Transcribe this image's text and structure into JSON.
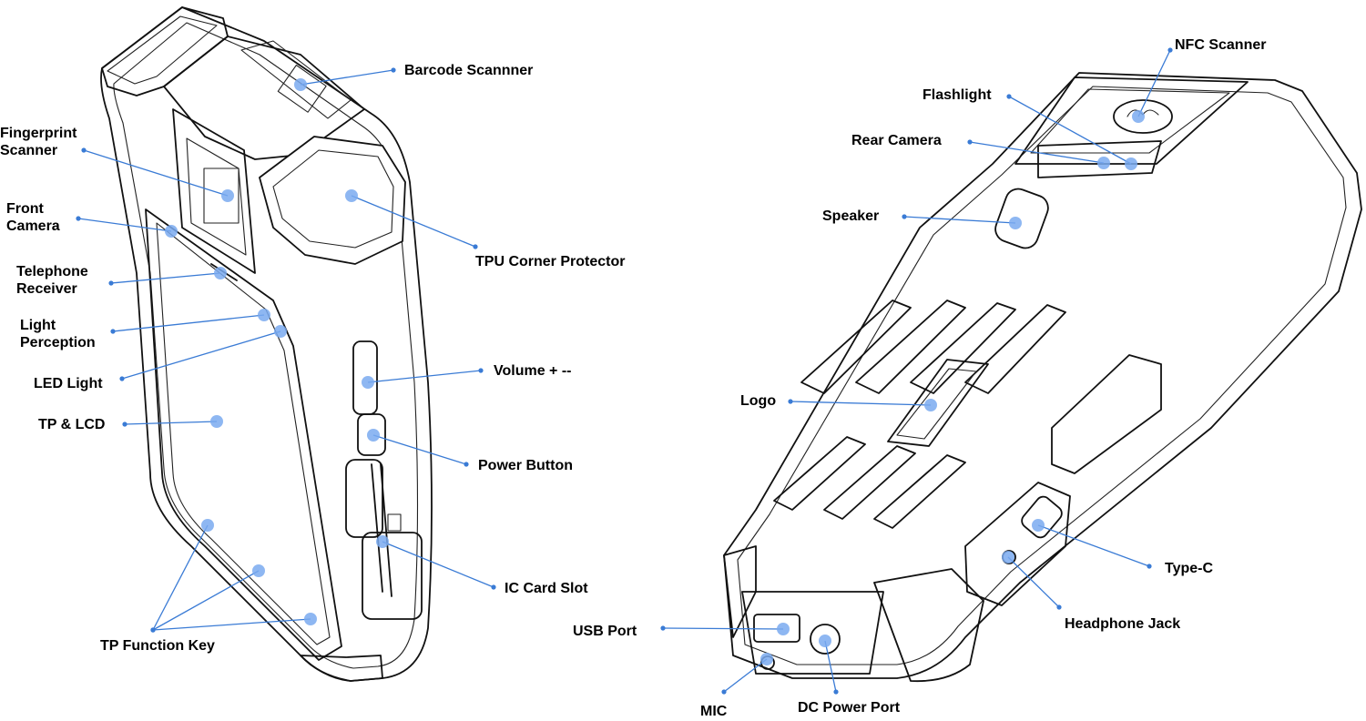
{
  "colors": {
    "accent": "#3a7bd5",
    "dot": "#7aaaf0",
    "outline": "#111111"
  },
  "views": {
    "front": {
      "labels": [
        {
          "id": "barcode",
          "text": "Barcode Scannner"
        },
        {
          "id": "fingerprint",
          "text": "Fingerprint\nScanner"
        },
        {
          "id": "front_camera",
          "text": "Front\nCamera"
        },
        {
          "id": "tpu",
          "text": "TPU Corner Protector"
        },
        {
          "id": "telephone",
          "text": "Telephone\nReceiver"
        },
        {
          "id": "light_perception",
          "text": "Light\nPerception"
        },
        {
          "id": "volume",
          "text": "Volume + --"
        },
        {
          "id": "led",
          "text": "LED Light"
        },
        {
          "id": "tp_lcd",
          "text": "TP & LCD"
        },
        {
          "id": "power",
          "text": "Power Button"
        },
        {
          "id": "ic_card",
          "text": "IC Card Slot"
        },
        {
          "id": "tp_function",
          "text": "TP Function Key"
        }
      ]
    },
    "back": {
      "labels": [
        {
          "id": "nfc",
          "text": "NFC Scanner"
        },
        {
          "id": "flashlight",
          "text": "Flashlight"
        },
        {
          "id": "rear_camera",
          "text": "Rear Camera"
        },
        {
          "id": "speaker",
          "text": "Speaker"
        },
        {
          "id": "logo",
          "text": "Logo"
        },
        {
          "id": "type_c",
          "text": "Type-C"
        },
        {
          "id": "headphone",
          "text": "Headphone Jack"
        },
        {
          "id": "usb",
          "text": "USB Port"
        },
        {
          "id": "mic",
          "text": "MIC"
        },
        {
          "id": "dc_power",
          "text": "DC Power Port"
        }
      ]
    }
  }
}
